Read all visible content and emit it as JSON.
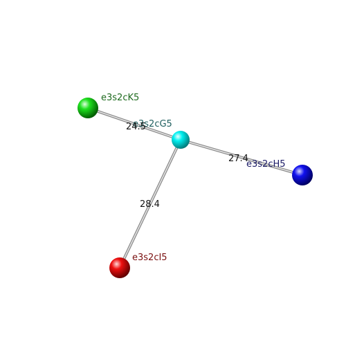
{
  "nodes": [
    {
      "id": "G5",
      "label": "e3s2cG5",
      "color": "#00e5e5",
      "label_color": "#1f5f5f"
    },
    {
      "id": "K5",
      "label": "e3s2cK5",
      "color": "#00cc00",
      "label_color": "#1e6a1e"
    },
    {
      "id": "H5",
      "label": "e3s2cH5",
      "color": "#0000dd",
      "label_color": "#1a1a66"
    },
    {
      "id": "I5",
      "label": "e3s2cI5",
      "color": "#dd0000",
      "label_color": "#7a1010"
    }
  ],
  "edges": [
    {
      "from": "G5",
      "to": "K5",
      "label": "24.5"
    },
    {
      "from": "G5",
      "to": "H5",
      "label": "27.4"
    },
    {
      "from": "G5",
      "to": "I5",
      "label": "28.4"
    }
  ]
}
